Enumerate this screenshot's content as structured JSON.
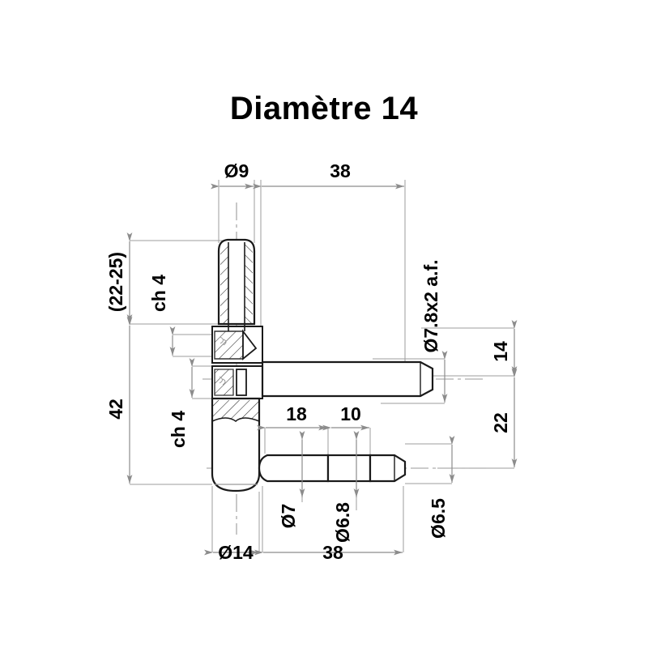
{
  "document": {
    "title": "Diamètre 14",
    "type": "engineering-drawing",
    "units": "mm",
    "subject": "door hinge pin assembly, diameter 14"
  },
  "colors": {
    "outline": "#1a1a1a",
    "dimension_line": "#808080",
    "center_line": "#9a9a9a",
    "hatch": "#1a1a1a",
    "text": "#000000",
    "background": "#ffffff"
  },
  "dimensions": {
    "top": [
      {
        "id": "dia9",
        "label": "Ø9",
        "value": 9,
        "orientation": "horizontal"
      },
      {
        "id": "len38_top",
        "label": "38",
        "value": 38,
        "orientation": "horizontal"
      }
    ],
    "bottom": [
      {
        "id": "dia14",
        "label": "Ø14",
        "value": 14,
        "orientation": "horizontal"
      },
      {
        "id": "len38_bottom",
        "label": "38",
        "value": 38,
        "orientation": "horizontal"
      }
    ],
    "left": [
      {
        "id": "range22_25",
        "label": "(22-25)",
        "value": "22-25",
        "orientation": "vertical"
      },
      {
        "id": "len42",
        "label": "42",
        "value": 42,
        "orientation": "vertical"
      },
      {
        "id": "ch4_upper",
        "label": "ch 4",
        "value": 4,
        "orientation": "vertical"
      },
      {
        "id": "ch4_lower",
        "label": "ch 4",
        "value": 4,
        "orientation": "vertical"
      }
    ],
    "right": [
      {
        "id": "dia78x2af",
        "label": "Ø7.8x2 a.f.",
        "value": 7.8,
        "orientation": "vertical"
      },
      {
        "id": "len14",
        "label": "14",
        "value": 14,
        "orientation": "vertical"
      },
      {
        "id": "len22",
        "label": "22",
        "value": 22,
        "orientation": "vertical"
      }
    ],
    "inner": [
      {
        "id": "len18",
        "label": "18",
        "value": 18,
        "orientation": "horizontal"
      },
      {
        "id": "len10",
        "label": "10",
        "value": 10,
        "orientation": "horizontal"
      },
      {
        "id": "dia7",
        "label": "Ø7",
        "value": 7,
        "orientation": "vertical"
      },
      {
        "id": "dia68",
        "label": "Ø6.8",
        "value": 6.8,
        "orientation": "vertical"
      },
      {
        "id": "dia65",
        "label": "Ø6.5",
        "value": 6.5,
        "orientation": "vertical"
      }
    ]
  },
  "labels": {
    "dia9": "Ø9",
    "len38_top": "38",
    "dia14": "Ø14",
    "len38_bottom": "38",
    "range22_25": "(22-25)",
    "len42": "42",
    "ch4_upper": "ch 4",
    "ch4_lower": "ch 4",
    "dia78x2af": "Ø7.8x2 a.f.",
    "len14": "14",
    "len22": "22",
    "len18": "18",
    "len10": "10",
    "dia7": "Ø7",
    "dia68": "Ø6.8",
    "dia65": "Ø6.5"
  },
  "parts": [
    {
      "id": "top-pin",
      "name": "top pin",
      "diameter_label": "Ø9"
    },
    {
      "id": "hinge-body",
      "name": "hinge barrel body",
      "diameter_label": "Ø14"
    },
    {
      "id": "middle-pin",
      "name": "middle threaded pin",
      "diameter_label": "Ø7.8x2 a.f."
    },
    {
      "id": "lower-pin",
      "name": "lower stepped pin",
      "diameter_label": "Ø7 / Ø6.8 / Ø6.5"
    }
  ]
}
